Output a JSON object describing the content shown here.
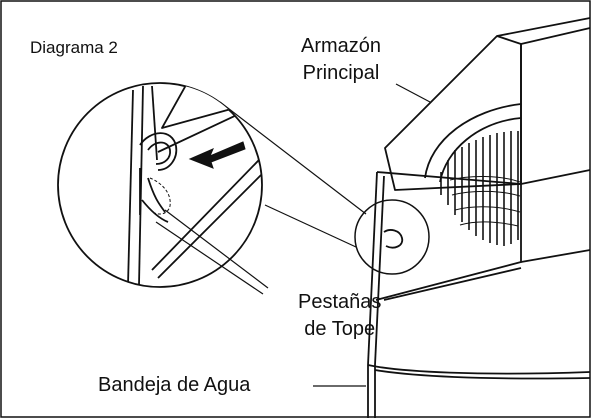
{
  "diagram": {
    "title": "Diagrama 2",
    "labels": {
      "main_frame_line1": "Armazón",
      "main_frame_line2": "Principal",
      "tabs_line1": "Pestañas",
      "tabs_line2": "de Tope",
      "water_tray": "Bandeja de Agua"
    },
    "colors": {
      "stroke": "#111111",
      "background": "#ffffff"
    }
  }
}
